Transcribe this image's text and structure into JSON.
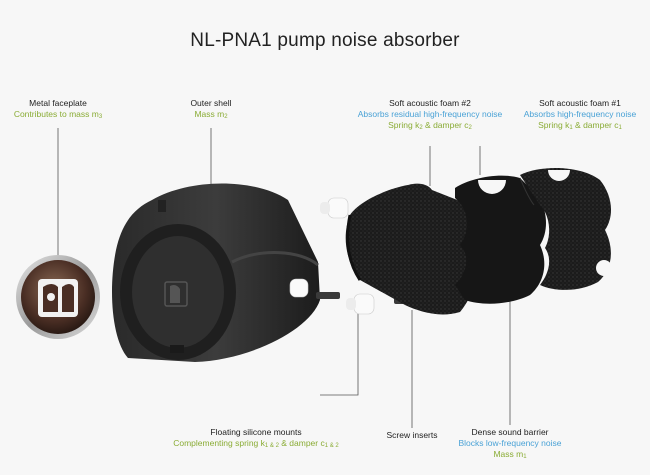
{
  "title": "NL-PNA1 pump noise absorber",
  "labels": {
    "faceplate": {
      "name": "Metal faceplate",
      "line": "Contributes to mass m",
      "sub": "3"
    },
    "shell": {
      "name": "Outer shell",
      "line": "Mass m",
      "sub": "2"
    },
    "foam2": {
      "name": "Soft acoustic foam #2",
      "line1": "Absorbs residual high-frequency noise",
      "line2a": "Spring k",
      "s1": "2",
      "line2b": " & damper c",
      "s2": "2"
    },
    "foam1": {
      "name": "Soft acoustic foam #1",
      "line1": "Absorbs high-frequency noise",
      "line2a": "Spring k",
      "s1": "1",
      "line2b": " & damper c",
      "s2": "1"
    },
    "mounts": {
      "name": "Floating silicone mounts",
      "linea": "Complementing spring k",
      "s1": "1 & 2",
      "lineb": " & damper c",
      "s2": "1 & 2"
    },
    "screws": {
      "name": "Screw inserts"
    },
    "barrier": {
      "name": "Dense sound barrier",
      "line1": "Blocks low-frequency noise",
      "line2": "Mass m",
      "sub": "1"
    }
  },
  "colors": {
    "green": "#8aac35",
    "blue": "#4aa2d6",
    "leader": "#555555"
  }
}
